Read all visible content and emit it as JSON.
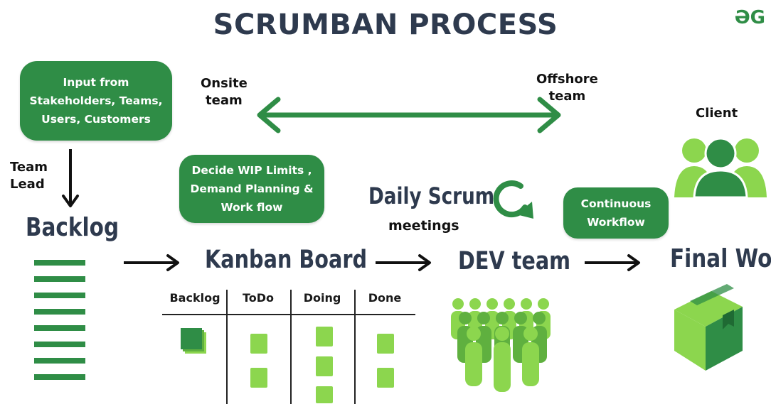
{
  "title": "SCRUMBAN PROCESS",
  "logo": "ƏG",
  "input_box": [
    "Input from",
    "Stakeholders, Teams,",
    "Users, Customers"
  ],
  "team_lead": [
    "Team",
    "Lead"
  ],
  "onsite": [
    "Onsite",
    "team"
  ],
  "offshore": [
    "Offshore",
    "team"
  ],
  "client": "Client",
  "wip_box": [
    "Decide WIP Limits ,",
    "Demand Planning &",
    "Work flow"
  ],
  "daily_scrum": "Daily Scrum",
  "meetings": "meetings",
  "continuous_box": [
    "Continuous",
    "Workflow"
  ],
  "backlog": "Backlog",
  "kanban_board": "Kanban Board",
  "dev_team": "DEV team",
  "final_work": "Final Work",
  "board_columns": [
    "Backlog",
    "ToDo",
    "Doing",
    "Done"
  ],
  "colors": {
    "green": "#2f8d46",
    "light_green": "#8cd64e",
    "text_dark": "#2e3a4e"
  }
}
